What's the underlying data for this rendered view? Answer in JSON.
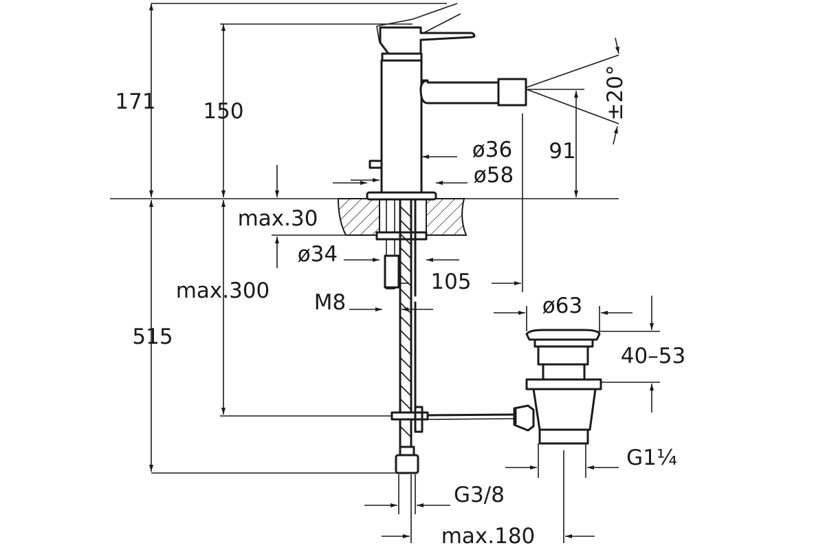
{
  "dimensions": {
    "total_height_upper": "171",
    "spout_height": "150",
    "outlet_height": "91",
    "spray_angle": "±20°",
    "body_diameter": "ø36",
    "base_diameter": "ø58",
    "deck_thickness": "max.30",
    "hole_diameter": "ø34",
    "spout_reach": "105",
    "stud_thread": "M8",
    "hose_length": "max.300",
    "total_height_lower": "515",
    "waste_diameter": "ø63",
    "waste_height": "40–53",
    "waste_thread": "G1¼",
    "hose_thread": "G3/8",
    "waste_distance": "max.180"
  }
}
